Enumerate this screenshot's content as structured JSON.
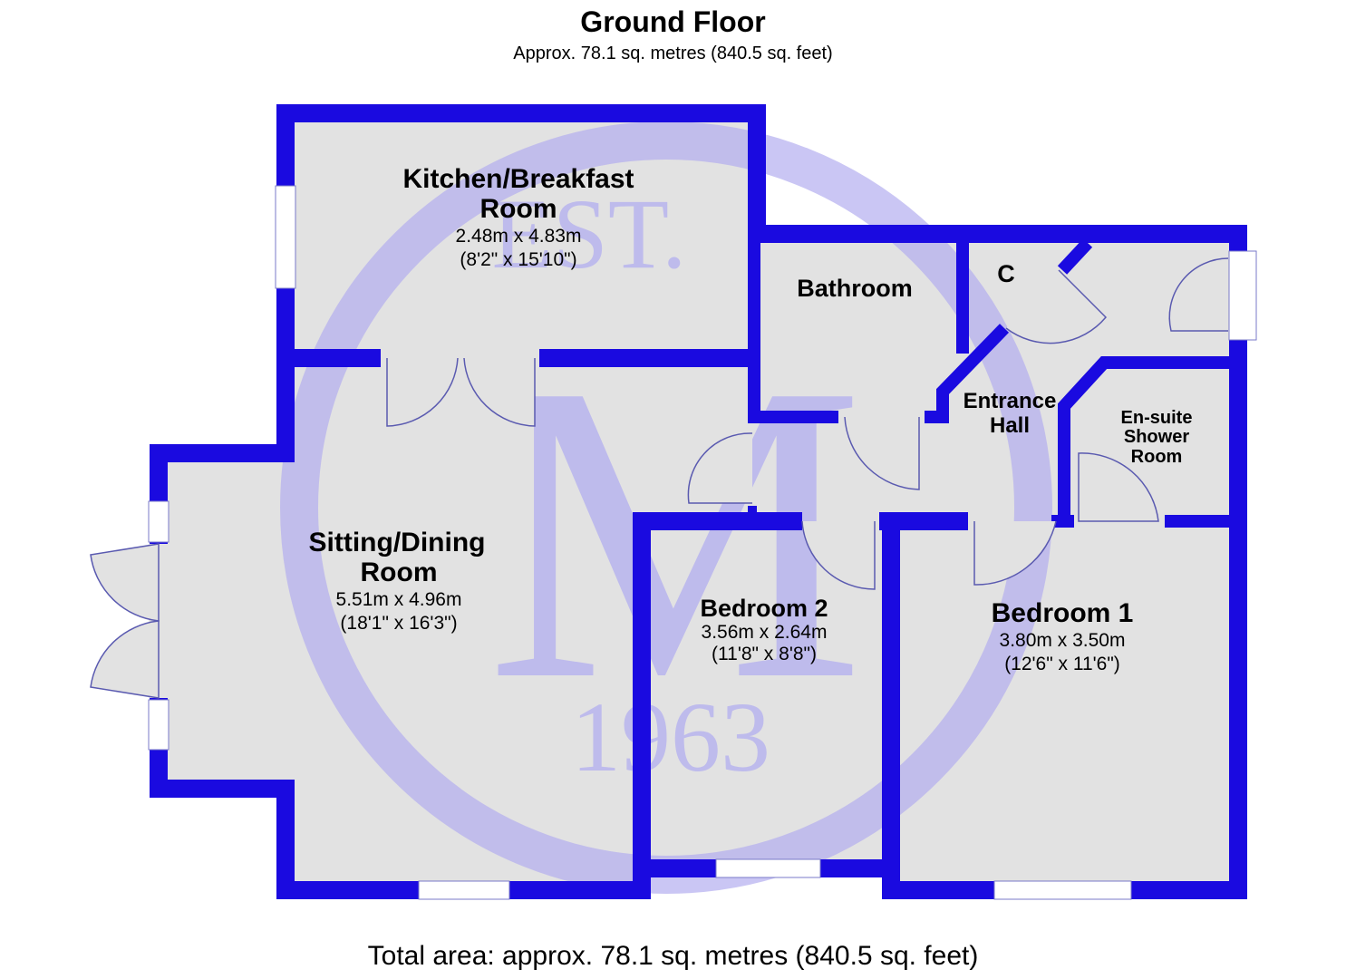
{
  "header": {
    "title": "Ground Floor",
    "subtitle": "Approx. 78.1 sq. metres (840.5 sq. feet)"
  },
  "footer": {
    "total": "Total area: approx. 78.1 sq. metres (840.5 sq. feet)"
  },
  "watermark": {
    "top": "EST.",
    "letter": "M",
    "year": "1963"
  },
  "rooms": {
    "kitchen": {
      "name1": "Kitchen/Breakfast",
      "name2": "Room",
      "metric": "2.48m x 4.83m",
      "imperial": "(8'2\" x 15'10\")"
    },
    "bathroom": {
      "name": "Bathroom"
    },
    "cupboard": {
      "name": "C"
    },
    "entrance": {
      "name1": "Entrance",
      "name2": "Hall"
    },
    "ensuite": {
      "name1": "En-suite",
      "name2": "Shower",
      "name3": "Room"
    },
    "sitting": {
      "name1": "Sitting/Dining",
      "name2": "Room",
      "metric": "5.51m x 4.96m",
      "imperial": "(18'1\" x 16'3\")"
    },
    "bedroom2": {
      "name": "Bedroom 2",
      "metric": "3.56m x 2.64m",
      "imperial": "(11'8\" x 8'8\")"
    },
    "bedroom1": {
      "name": "Bedroom 1",
      "metric": "3.80m x 3.50m",
      "imperial": "(12'6\" x 11'6\")"
    }
  },
  "colors": {
    "wall": "#1a0ae0",
    "floor": "#e2e2e2",
    "watermark": "#b3aef0"
  }
}
